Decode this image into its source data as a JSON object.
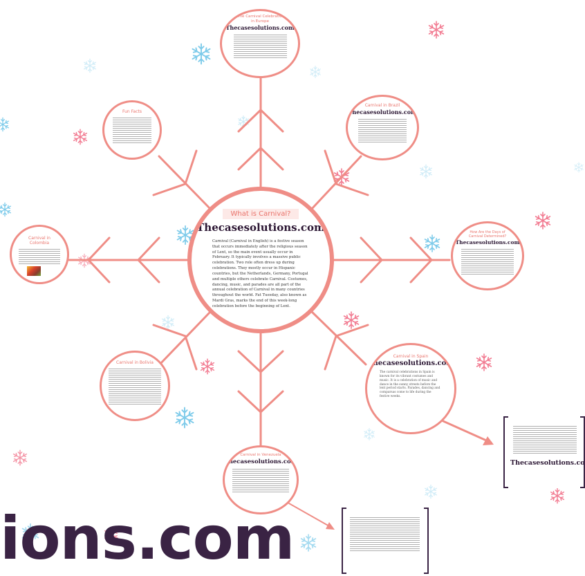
{
  "colors": {
    "accent": "#ef8d86",
    "title_text": "#e9736b",
    "brand_text": "#2b1633",
    "snow_blue": "#7ecbea",
    "snow_pink": "#f27c92"
  },
  "main_node": {
    "title": "What is Carnival?",
    "brand": "Thecasesolutions.com",
    "body": "Carnival (Carnival in English) is a festive season that occurs immediately after the religious season of Lent, so the main event usually occur in February. It typically involves a massive public celebration. Two role often dress up during celebrations. They mostly occur in Hispanic countries, but the Netherlands, Germany, Portugal and multiple others celebrate Carnival. Costumes, dancing, music, and parades are all part of the annual celebration of Carnival in many countries throughout the world. Fat Tuesday, also known as Mardi Gras, marks the end of this week-long celebration before the beginning of Lent."
  },
  "nodes": {
    "europe": {
      "title": "Some Carnival Celebrations in Europe",
      "brand": "Thecasesolutions.com"
    },
    "fun_facts": {
      "title": "Fun Facts"
    },
    "brazil": {
      "title": "Carnival in Brazil",
      "brand": "Thecasesolutions.com"
    },
    "colombia": {
      "title": "Carnival in Colombia"
    },
    "other": {
      "title": "How Are the Days of Carnival Determined?",
      "brand": "Thecasesolutions.com"
    },
    "bolivia": {
      "title": "Carnival in Bolivia"
    },
    "spain": {
      "title": "Carnival in Spain",
      "brand": "Thecasesolutions.com",
      "body": "The carnival celebrations in Spain is known for its vibrant costumes and music. It is a celebration of music and dance in the sunny streets before the lent period starts. Parades, dancing and comparsas come to life during the festive weeks."
    },
    "venezuela": {
      "title": "Carnival in Venezuela",
      "brand": "Thecasesolutions.com"
    }
  },
  "cards": {
    "right_card": {
      "brand": "Thecasesolutions.com"
    }
  },
  "footer": {
    "big_brand": "ions.com"
  },
  "icons": {
    "snowflake": "snowflake-icon",
    "arrow": "arrow-icon"
  }
}
